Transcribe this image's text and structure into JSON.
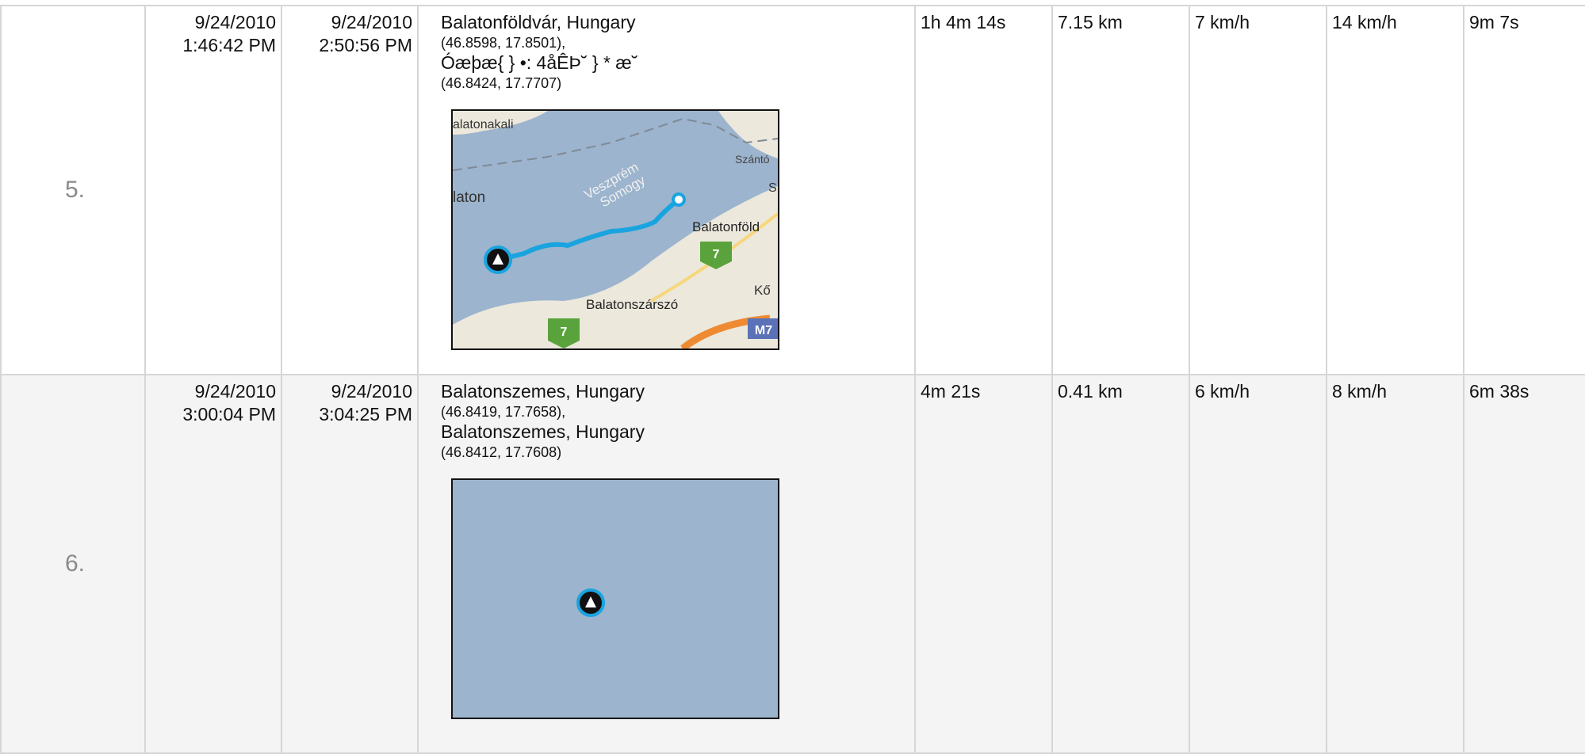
{
  "rows": [
    {
      "index": "5.",
      "start_date": "9/24/2010",
      "start_time": "1:46:42 PM",
      "end_date": "9/24/2010",
      "end_time": "2:50:56 PM",
      "start_place": "Balatonföldvár, Hungary",
      "start_coord": "(46.8598, 17.8501),",
      "end_place": "Óæþæ{ } •: 4åÊÞ˘ } * æ˘",
      "end_coord": "(46.8424, 17.7707)",
      "duration": "1h 4m 14s",
      "distance": "7.15 km",
      "avg_speed": "7 km/h",
      "max_speed": "14 km/h",
      "pace": "9m 7s",
      "map": {
        "labels": {
          "town_nw": "alatonakali",
          "lake": "laton",
          "county_1": "Veszprém",
          "county_2": "Somogy",
          "town_ne": "Szántó",
          "edge_s": "S",
          "start_town": "Balatonföld",
          "road_7a": "7",
          "town_e": "Kő",
          "town_s": "Balatonszárszó",
          "road_7b": "7",
          "motorway": "M7"
        },
        "colors": {
          "water": "#9cb4cd",
          "land": "#ece8dc",
          "route": "#19a4e0",
          "road_green": "#5aa33c",
          "motorway": "#5b72b8",
          "highway": "#ee8a32"
        }
      }
    },
    {
      "index": "6.",
      "start_date": "9/24/2010",
      "start_time": "3:00:04 PM",
      "end_date": "9/24/2010",
      "end_time": "3:04:25 PM",
      "start_place": "Balatonszemes, Hungary",
      "start_coord": "(46.8419, 17.7658),",
      "end_place": "Balatonszemes, Hungary",
      "end_coord": "(46.8412, 17.7608)",
      "duration": "4m 21s",
      "distance": "0.41 km",
      "avg_speed": "6 km/h",
      "max_speed": "8 km/h",
      "pace": "6m 38s",
      "map": {
        "colors": {
          "water": "#9cb4cd"
        }
      }
    }
  ]
}
